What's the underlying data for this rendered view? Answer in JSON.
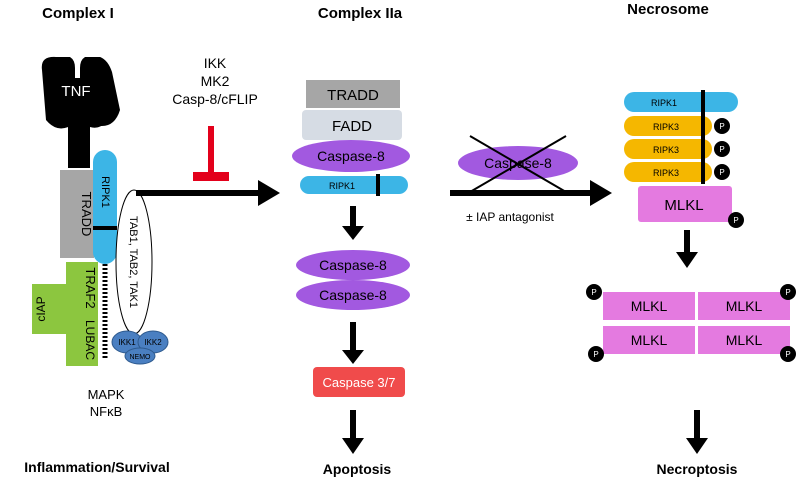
{
  "headings": {
    "complex1": "Complex I",
    "complex2a": "Complex IIa",
    "necrosome": "Necrosome"
  },
  "complex1": {
    "tnf": "TNF",
    "tradd": "TRADD",
    "ripk1": "RIPK1",
    "tab": "TAB1, TAB2, TAK1",
    "traf2": "TRAF2",
    "lubac": "LUBAC",
    "ciap": "cIAP",
    "ikk1": "IKK1",
    "ikk2": "IKK2",
    "nemo": "NEMO",
    "mapk": "MAPK",
    "nfkb": "NFκB",
    "outcome": "Inflammation/Survival"
  },
  "inhibitors": {
    "line1": "IKK",
    "line2": "MK2",
    "line3": "Casp-8/cFLIP"
  },
  "complex2a": {
    "tradd": "TRADD",
    "fadd": "FADD",
    "caspase8": "Caspase-8",
    "ripk1": "RIPK1",
    "dimer_top": "Caspase-8",
    "dimer_bottom": "Caspase-8",
    "caspase37": "Caspase 3/7",
    "outcome": "Apoptosis"
  },
  "transition": {
    "blocked": "Caspase-8",
    "note": "± IAP antagonist"
  },
  "necrosome": {
    "ripk1": "RIPK1",
    "ripk3": [
      "RIPK3",
      "RIPK3",
      "RIPK3"
    ],
    "mlkl": "MLKL",
    "p": "P",
    "oligomer": [
      "MLKL",
      "MLKL",
      "MLKL",
      "MLKL"
    ],
    "outcome": "Necroptosis"
  },
  "colors": {
    "ripk1": "#3cb5e6",
    "ripk3": "#f5b700",
    "caspase8": "#a259e0",
    "tradd": "#a6a6a6",
    "fadd": "#d6dce4",
    "mlkl": "#e47ae0",
    "casp37": "#f04b4b",
    "green": "#8cc63f",
    "ikk": "#4a7fc1",
    "inhibit": "#e3001b"
  }
}
